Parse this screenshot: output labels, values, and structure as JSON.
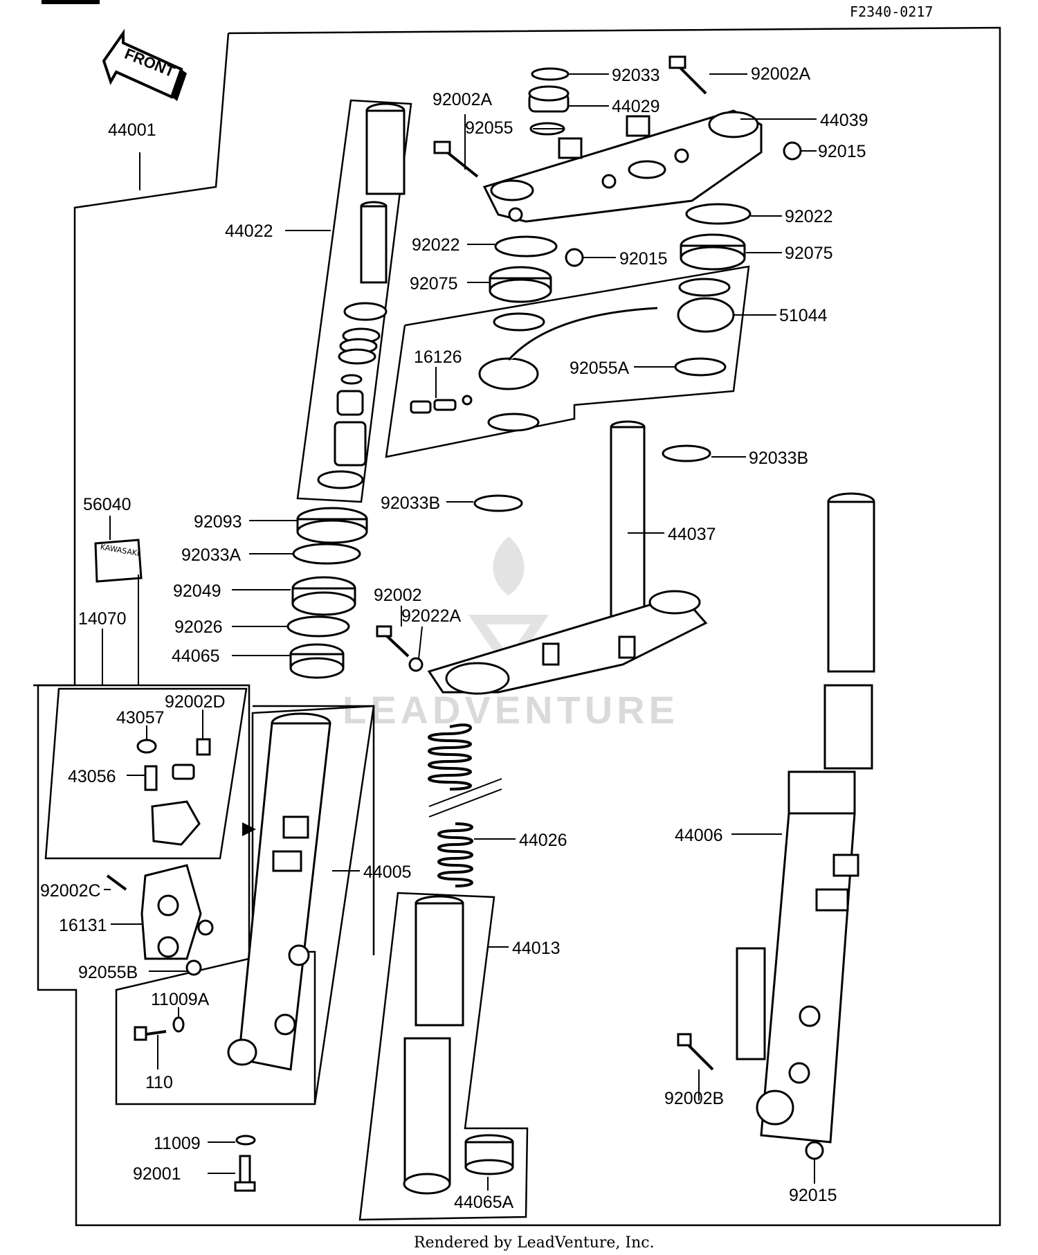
{
  "diagram_code": "F2340-0217",
  "front_arrow_label": "FRONT",
  "decal_text": "KAWASAKI",
  "watermark": "LEADVENTURE",
  "footer": "Rendered by LeadVenture, Inc.",
  "callouts": {
    "c92033": "92033",
    "c92002A_top": "92002A",
    "c44029": "44029",
    "c92002A_left": "92002A",
    "c44039": "44039",
    "c92055": "92055",
    "c92015_a": "92015",
    "c44001": "44001",
    "c92022_r": "92022",
    "c44022": "44022",
    "c92022_l": "92022",
    "c92015_b": "92015",
    "c92075_r": "92075",
    "c92075_l": "92075",
    "c51044": "51044",
    "c16126": "16126",
    "c92055A": "92055A",
    "c92033B_r": "92033B",
    "c92033B_l": "92033B",
    "c56040": "56040",
    "c92093": "92093",
    "c44037": "44037",
    "c92033A": "92033A",
    "c92049": "92049",
    "c92002": "92002",
    "c92022A": "92022A",
    "c14070": "14070",
    "c92026": "92026",
    "c44065": "44065",
    "c92002D": "92002D",
    "c43057": "43057",
    "c43056": "43056",
    "c44026": "44026",
    "c44006": "44006",
    "c44005": "44005",
    "c92002C": "92002C",
    "c16131": "16131",
    "c44013": "44013",
    "c92055B": "92055B",
    "c11009A": "11009A",
    "c110": "110",
    "c92002B": "92002B",
    "c11009": "11009",
    "c92001": "92001",
    "c44065A": "44065A",
    "c92015_c": "92015"
  }
}
